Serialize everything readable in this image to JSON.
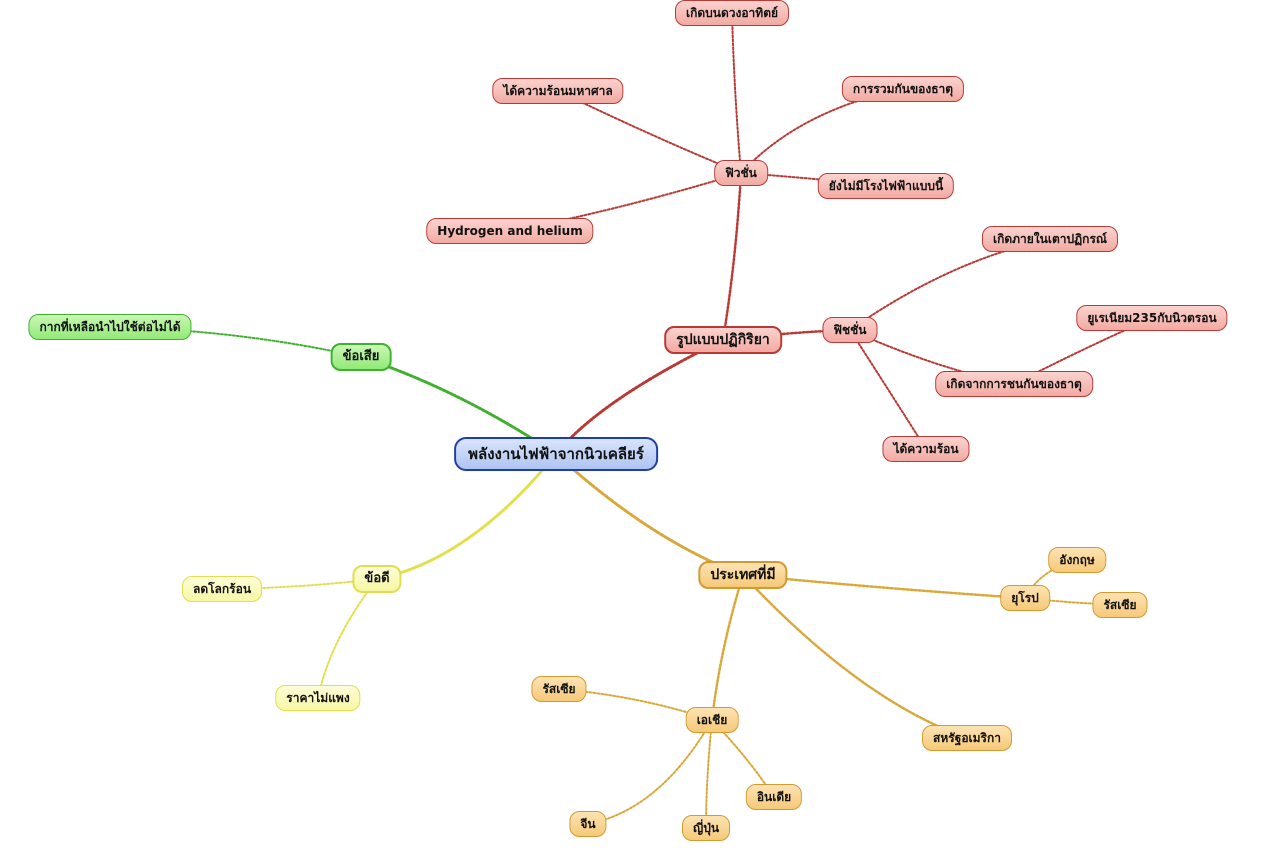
{
  "central": "พลังงานไฟฟ้าจากนิวเคลียร์",
  "branches": {
    "reaction": {
      "label": "รูปแบบปฏิกิริยา",
      "fusion": {
        "label": "ฟิวชั่น",
        "items": [
          "เกิดบนดวงอาทิตย์",
          "ได้ความร้อนมหาศาล",
          "การรวมกันของธาตุ",
          "ยังไม่มีโรงไฟฟ้าแบบนี้",
          "Hydrogen and helium"
        ]
      },
      "fission": {
        "label": "ฟิชชั่น",
        "items": [
          "เกิดภายในเตาปฏิกรณ์",
          "เกิดจากการชนกันของธาตุ",
          "ยูเรเนียม235กับนิวตรอน",
          "ได้ความร้อน"
        ]
      }
    },
    "disadvantages": {
      "label": "ข้อเสีย",
      "items": [
        "กากที่เหลือนำไปใช้ต่อไม่ได้"
      ]
    },
    "advantages": {
      "label": "ข้อดี",
      "items": [
        "ลดโลกร้อน",
        "ราคาไม่แพง"
      ]
    },
    "countries": {
      "label": "ประเทศที่มี",
      "europe": {
        "label": "ยุโรป",
        "items": [
          "อังกฤษ",
          "รัสเซีย"
        ]
      },
      "asia": {
        "label": "เอเชีย",
        "items": [
          "รัสเซีย",
          "จีน",
          "ญี่ปุ่น",
          "อินเดีย"
        ]
      },
      "usa": "สหรัฐอเมริกา"
    }
  },
  "colors": {
    "central_border": "#1f3fa6",
    "red_link": "#b83a36",
    "green_link": "#3fb12e",
    "yellow_link": "#e2e04a",
    "orange_link": "#d9a83a"
  }
}
